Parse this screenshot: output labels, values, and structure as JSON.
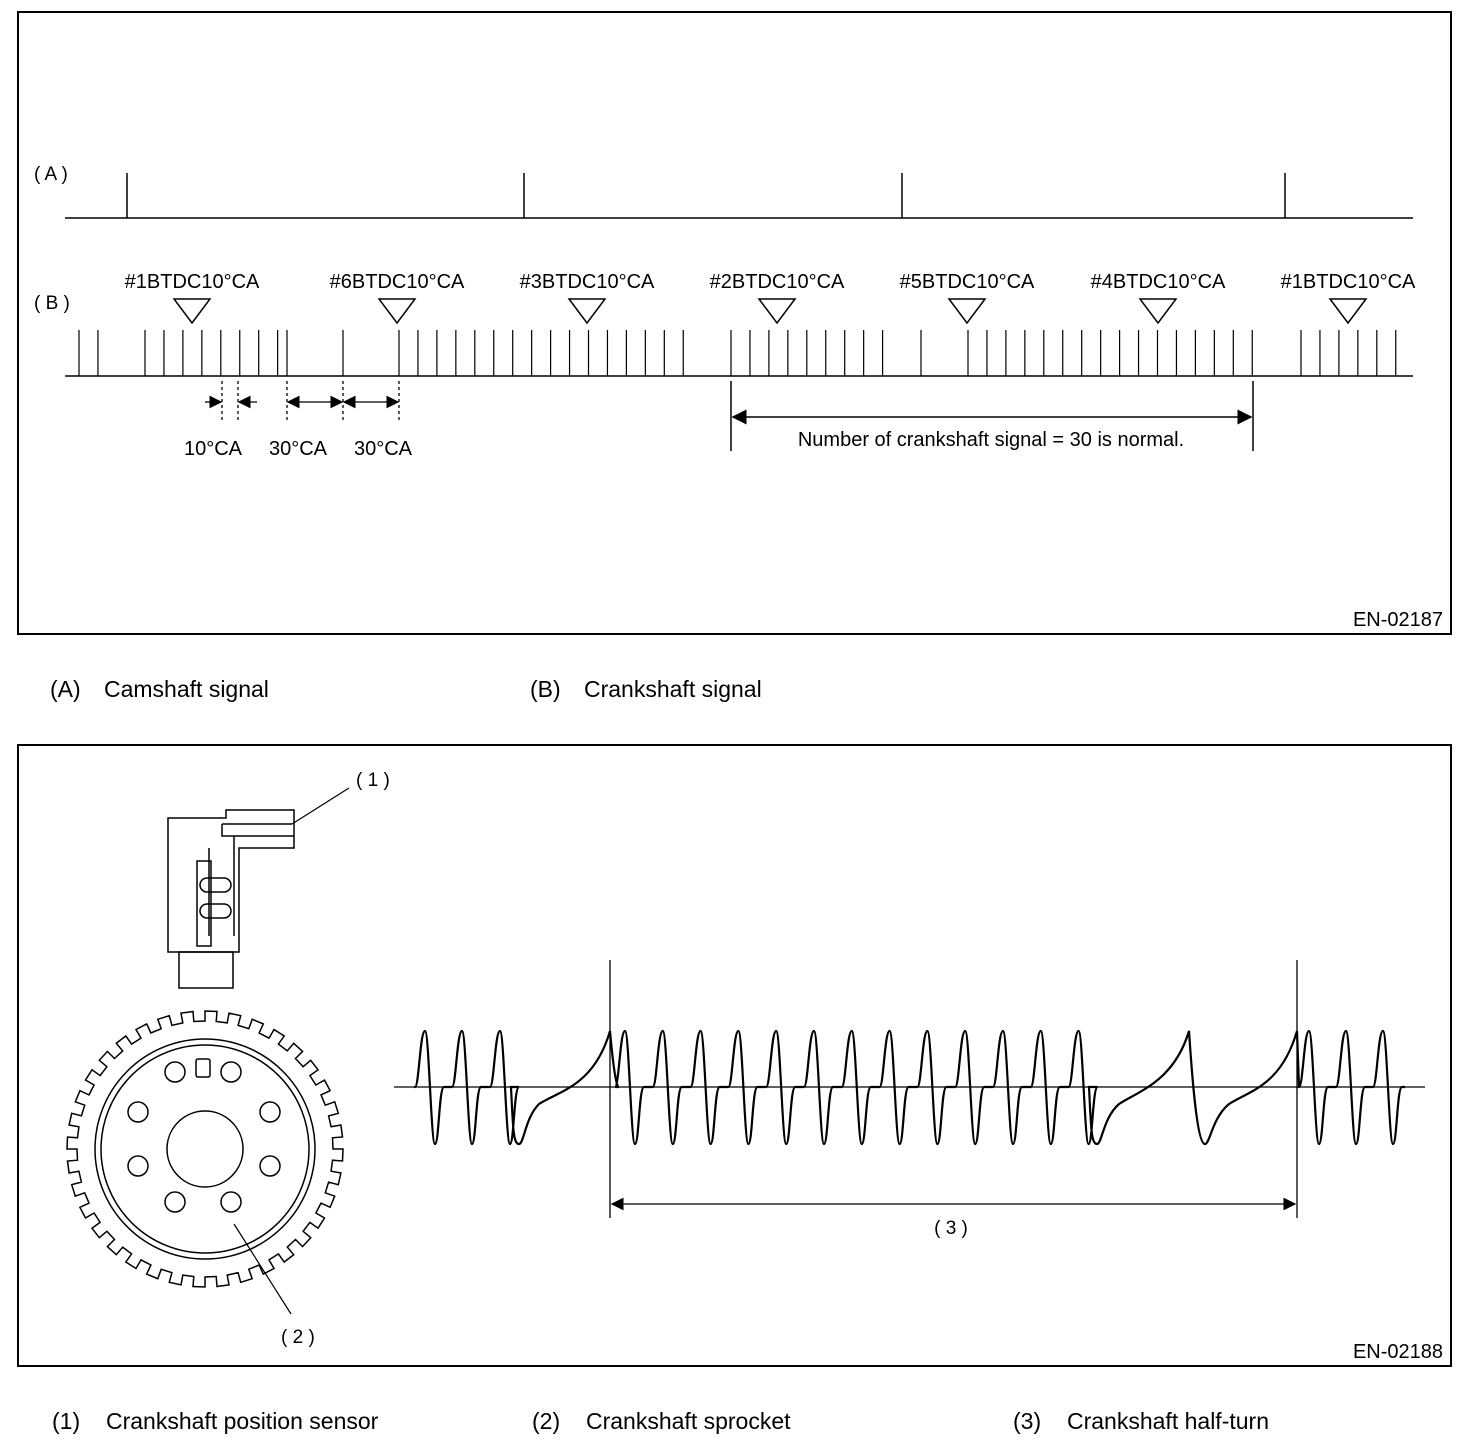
{
  "figure1": {
    "code": "EN-02187",
    "row_a_label": "( A )",
    "row_b_label": "( B )",
    "tdc_markers": [
      "#1BTDC10°CA",
      "#6BTDC10°CA",
      "#3BTDC10°CA",
      "#2BTDC10°CA",
      "#5BTDC10°CA",
      "#4BTDC10°CA",
      "#1BTDC10°CA"
    ],
    "angle_labels": [
      "10°CA",
      "30°CA",
      "30°CA"
    ],
    "count_note": "Number of crankshaft signal = 30 is normal."
  },
  "legend1": {
    "a_code": "(A)",
    "a_text": "Camshaft signal",
    "b_code": "(B)",
    "b_text": "Crankshaft signal"
  },
  "figure2": {
    "code": "EN-02188",
    "callout_1": "( 1 )",
    "callout_2": "( 2 )",
    "callout_3": "( 3 )"
  },
  "legend2": {
    "n1_code": "(1)",
    "n1_text": "Crankshaft position sensor",
    "n2_code": "(2)",
    "n2_text": "Crankshaft sprocket",
    "n3_code": "(3)",
    "n3_text": "Crankshaft half-turn"
  }
}
